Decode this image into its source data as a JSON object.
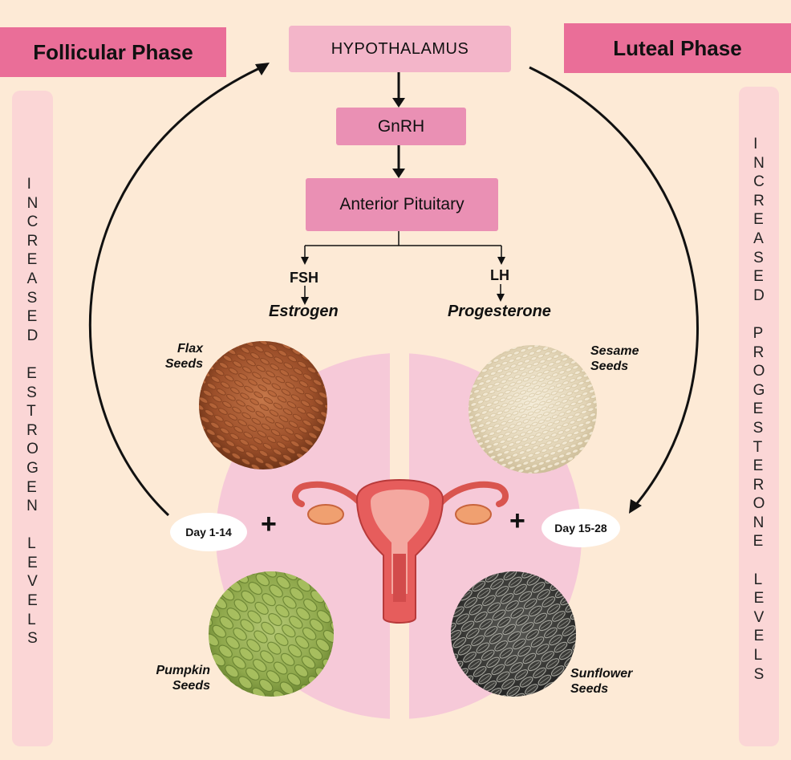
{
  "phases": {
    "left": "Follicular Phase",
    "right": "Luteal Phase"
  },
  "flow": {
    "hypothalamus": "HYPOTHALAMUS",
    "gnrh": "GnRH",
    "pituitary": "Anterior Pituitary",
    "fsh": "FSH",
    "lh": "LH",
    "estrogen": "Estrogen",
    "progesterone": "Progesterone"
  },
  "side_bars": {
    "left_words": [
      "INCREASED",
      "ESTROGEN",
      "LEVELS"
    ],
    "right_words": [
      "INCREASED",
      "PROGESTERONE",
      "LEVELS"
    ]
  },
  "days": {
    "left": "Day 1-14",
    "right": "Day 15-28"
  },
  "plus": "+",
  "seeds": {
    "flax": [
      "Flax",
      "Seeds"
    ],
    "sesame": [
      "Sesame",
      "Seeds"
    ],
    "pumpkin": [
      "Pumpkin",
      "Seeds"
    ],
    "sunflower": [
      "Sunflower",
      "Seeds"
    ]
  },
  "colors": {
    "background": "#fdead6",
    "phase": "#ea6e98",
    "box": "#ea90b4",
    "circle": "#f6c9d8",
    "flax": "#a55a33",
    "sesame": "#eadfc8",
    "pumpkin": "#9bb25a",
    "sunflower": "#3d3d3b"
  }
}
